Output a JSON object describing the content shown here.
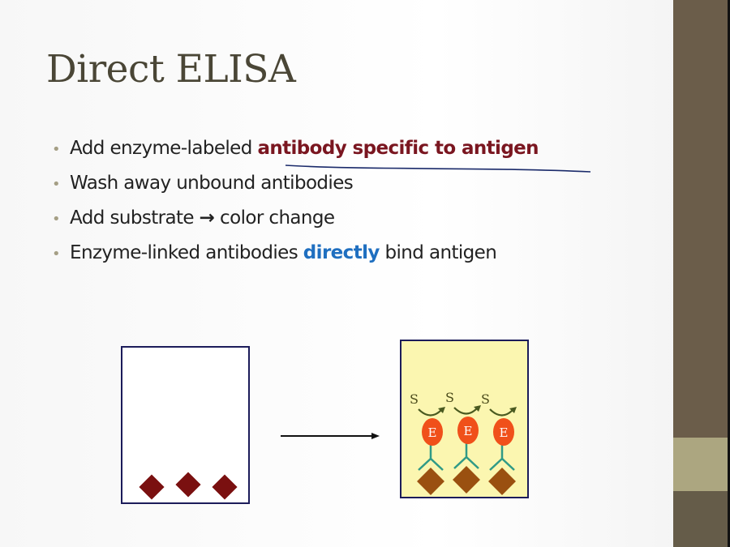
{
  "slide": {
    "title": "Direct ELISA",
    "bullets": [
      {
        "prefix": "Add enzyme-labeled ",
        "emphasis": "antibody specific to antigen",
        "suffix": ""
      },
      {
        "prefix": "Wash away unbound antibodies",
        "emphasis": "",
        "suffix": ""
      },
      {
        "prefix": "Add substrate ",
        "emphasis": "→",
        "suffix": " color change"
      },
      {
        "prefix": "Enzyme-linked antibodies ",
        "emphasis": "directly",
        "suffix": " bind antigen"
      }
    ],
    "diagram": {
      "substrate_label": "S",
      "enzyme_label": "E",
      "colors": {
        "antigen_before": "#7a1010",
        "antigen_after": "#9a5010",
        "enzyme": "#f0501a",
        "antibody": "#2f9a86",
        "well_after": "#fbf6b0"
      }
    }
  }
}
